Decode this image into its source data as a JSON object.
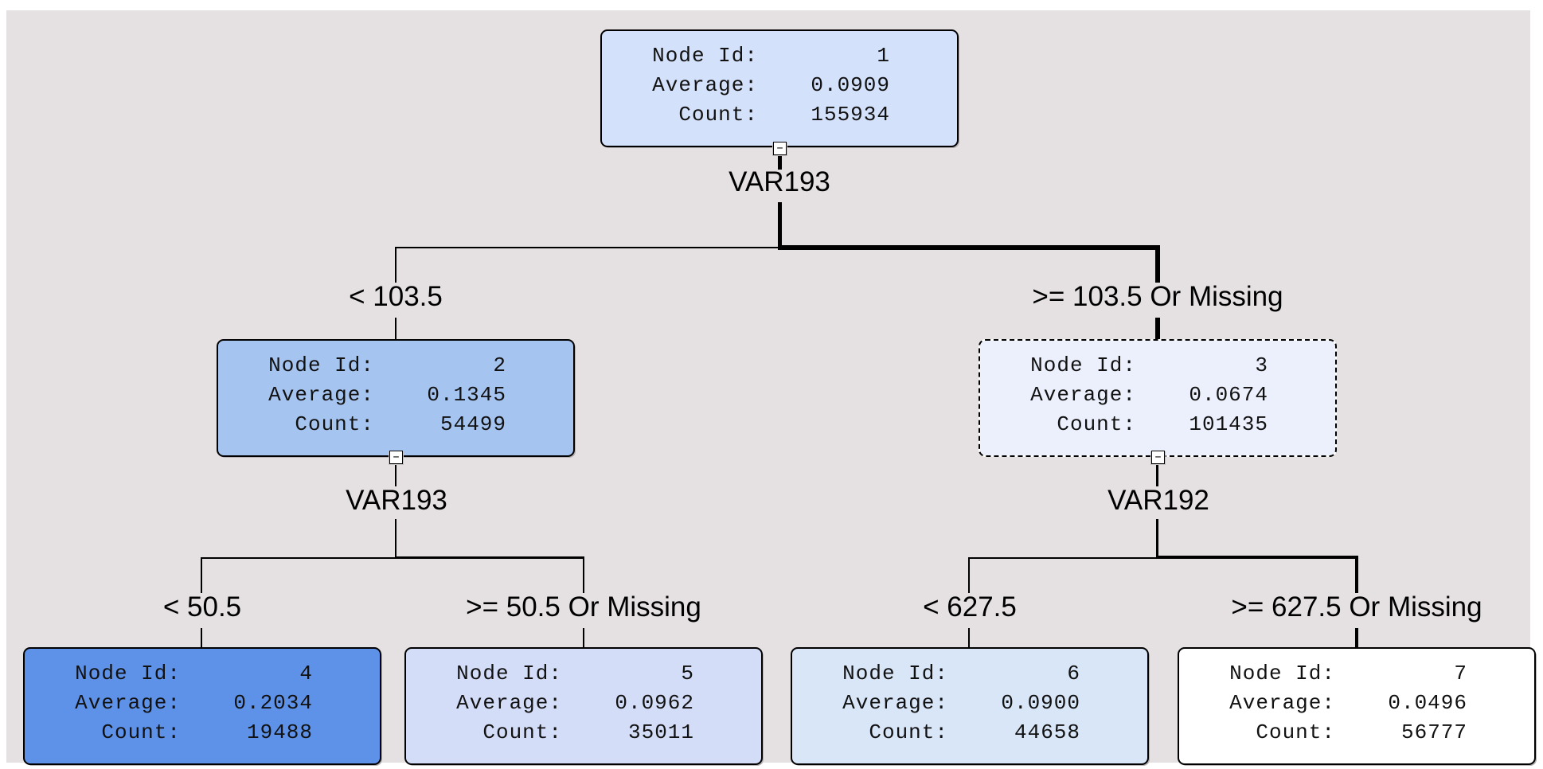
{
  "diagram": {
    "canvas_background": "#e5e1e3",
    "frame_background": "#ffffff",
    "line_color": "#000000",
    "collapse_glyph": "−",
    "field_labels": {
      "node_id": "Node Id:",
      "average": "Average:",
      "count": "Count:"
    },
    "nodes": [
      {
        "node_id": "1",
        "average": "0.0909",
        "count": "155934",
        "fill": "#d4e1fb",
        "border_style": "solid"
      },
      {
        "node_id": "2",
        "average": "0.1345",
        "count": "54499",
        "fill": "#a6c4f0",
        "border_style": "solid"
      },
      {
        "node_id": "3",
        "average": "0.0674",
        "count": "101435",
        "fill": "#ebf0fc",
        "border_style": "dashed"
      },
      {
        "node_id": "4",
        "average": "0.2034",
        "count": "19488",
        "fill": "#5e92e9",
        "border_style": "solid"
      },
      {
        "node_id": "5",
        "average": "0.0962",
        "count": "35011",
        "fill": "#d4ddf8",
        "border_style": "solid"
      },
      {
        "node_id": "6",
        "average": "0.0900",
        "count": "44658",
        "fill": "#d8e6f8",
        "border_style": "solid"
      },
      {
        "node_id": "7",
        "average": "0.0496",
        "count": "56777",
        "fill": "#ffffff",
        "border_style": "solid"
      }
    ],
    "splits": [
      {
        "variable": "VAR193",
        "left_condition": "< 103.5",
        "right_condition": ">= 103.5 Or Missing"
      },
      {
        "variable": "VAR193",
        "left_condition": "< 50.5",
        "right_condition": ">= 50.5 Or Missing"
      },
      {
        "variable": "VAR192",
        "left_condition": "< 627.5",
        "right_condition": ">= 627.5 Or Missing"
      }
    ]
  }
}
